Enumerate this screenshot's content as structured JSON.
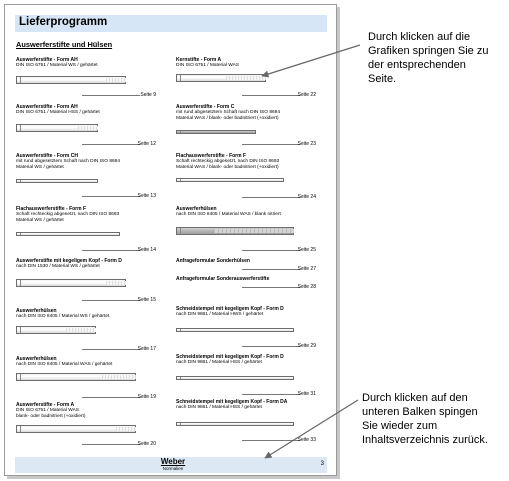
{
  "page": {
    "title": "Lieferprogramm",
    "section_title": "Auswerferstifte und Hülsen",
    "page_number": "3",
    "brand": {
      "name": "Weber",
      "subtitle": "Normalien"
    }
  },
  "left_column": [
    {
      "title": "Auswerferstifte - Form AH",
      "lines": [
        "DIN ISO 6751 / Material WS / gehärtet"
      ],
      "seite": "Seite 9"
    },
    {
      "title": "Auswerferstifte - Form AH",
      "lines": [
        "DIN ISO 6751 / Material HSS / gehärtet"
      ],
      "seite": "Seite 12"
    },
    {
      "title": "Auswerferstifte - Form CH",
      "lines": [
        "mit rund abgesetztem Schaft nach DIN ISO 8694",
        "Material WS / gehärtet"
      ],
      "seite": "Seite 13"
    },
    {
      "title": "Flachauswerferstifte - Form F",
      "lines": [
        "Schaft rechteckig abgesetzt, nach DIN ISO 8693",
        "Material WS / gehärtet"
      ],
      "seite": "Seite 14"
    },
    {
      "title": "Auswerferstifte mit kegeligem Kopf - Form D",
      "lines": [
        "nach DIN 1530 / Material WS / gehärtet"
      ],
      "seite": "Seite 15"
    },
    {
      "title": "Auswerferhülsen",
      "lines": [
        "nach DIN ISO 8405 / Material WS / gehärtet"
      ],
      "seite": "Seite 17"
    },
    {
      "title": "Auswerferhülsen",
      "lines": [
        "nach DIN ISO 8405 / Material WAS / gehärtet"
      ],
      "seite": "Seite 19"
    },
    {
      "title": "Auswerferstifte - Form A",
      "lines": [
        "DIN ISO 6751 / Material WAS",
        "blank- oder badnitriert (+oxidiert)"
      ],
      "seite": "Seite 20"
    }
  ],
  "right_column": [
    {
      "title": "Kernstifte - Form A",
      "lines": [
        "DIN ISO 6751 / Material WAS"
      ],
      "seite": "Seite 22"
    },
    {
      "title": "Auswerferstifte - Form C",
      "lines": [
        "mit rund abgesetztem Schaft nach DIN ISO 8694",
        "Material WAS / blank- oder badnitriert (+oxidiert)"
      ],
      "seite": "Seite 23"
    },
    {
      "title": "Flachauswerferstifte - Form F",
      "lines": [
        "Schaft rechteckig abgesetzt, nach DIN ISO 8693",
        "Material WAS / blank- oder badnitriert (+oxidiert)"
      ],
      "seite": "Seite 24"
    },
    {
      "title": "Auswerferhülsen",
      "lines": [
        "nach DIN ISO 8405 / Material WAS / blank nitriert"
      ],
      "seite": "Seite 25"
    },
    {
      "title": "Anfrageformular Sonderhülsen",
      "lines": [],
      "seite": "Seite 27"
    },
    {
      "title": "Anfrageformular Sonderauswerferstifte",
      "lines": [],
      "seite": "Seite 28"
    },
    {
      "title": "Schneidstempel mit kegeligem Kopf - Form D",
      "lines": [
        "nach DIN 9861 / Material HWS / gehärtet"
      ],
      "seite": "Seite 29"
    },
    {
      "title": "Schneidstempel mit kegeligem Kopf - Form D",
      "lines": [
        "nach DIN 9861 / Material HSS / gehärtet"
      ],
      "seite": "Seite 31"
    },
    {
      "title": "Schneidstempel mit kegeligem Kopf - Form DA",
      "lines": [
        "nach DIN 9861 / Material HSS / gehärtet"
      ],
      "seite": "Seite 33"
    }
  ],
  "annotations": {
    "top": [
      "Durch klicken auf die",
      "Grafiken springen Sie zu",
      "der entsprechenden",
      "Seite."
    ],
    "bottom": [
      "Durch klicken auf den",
      "unteren Balken spingen",
      "Sie wieder zum",
      "Inhaltsverzeichnis zurück."
    ]
  }
}
